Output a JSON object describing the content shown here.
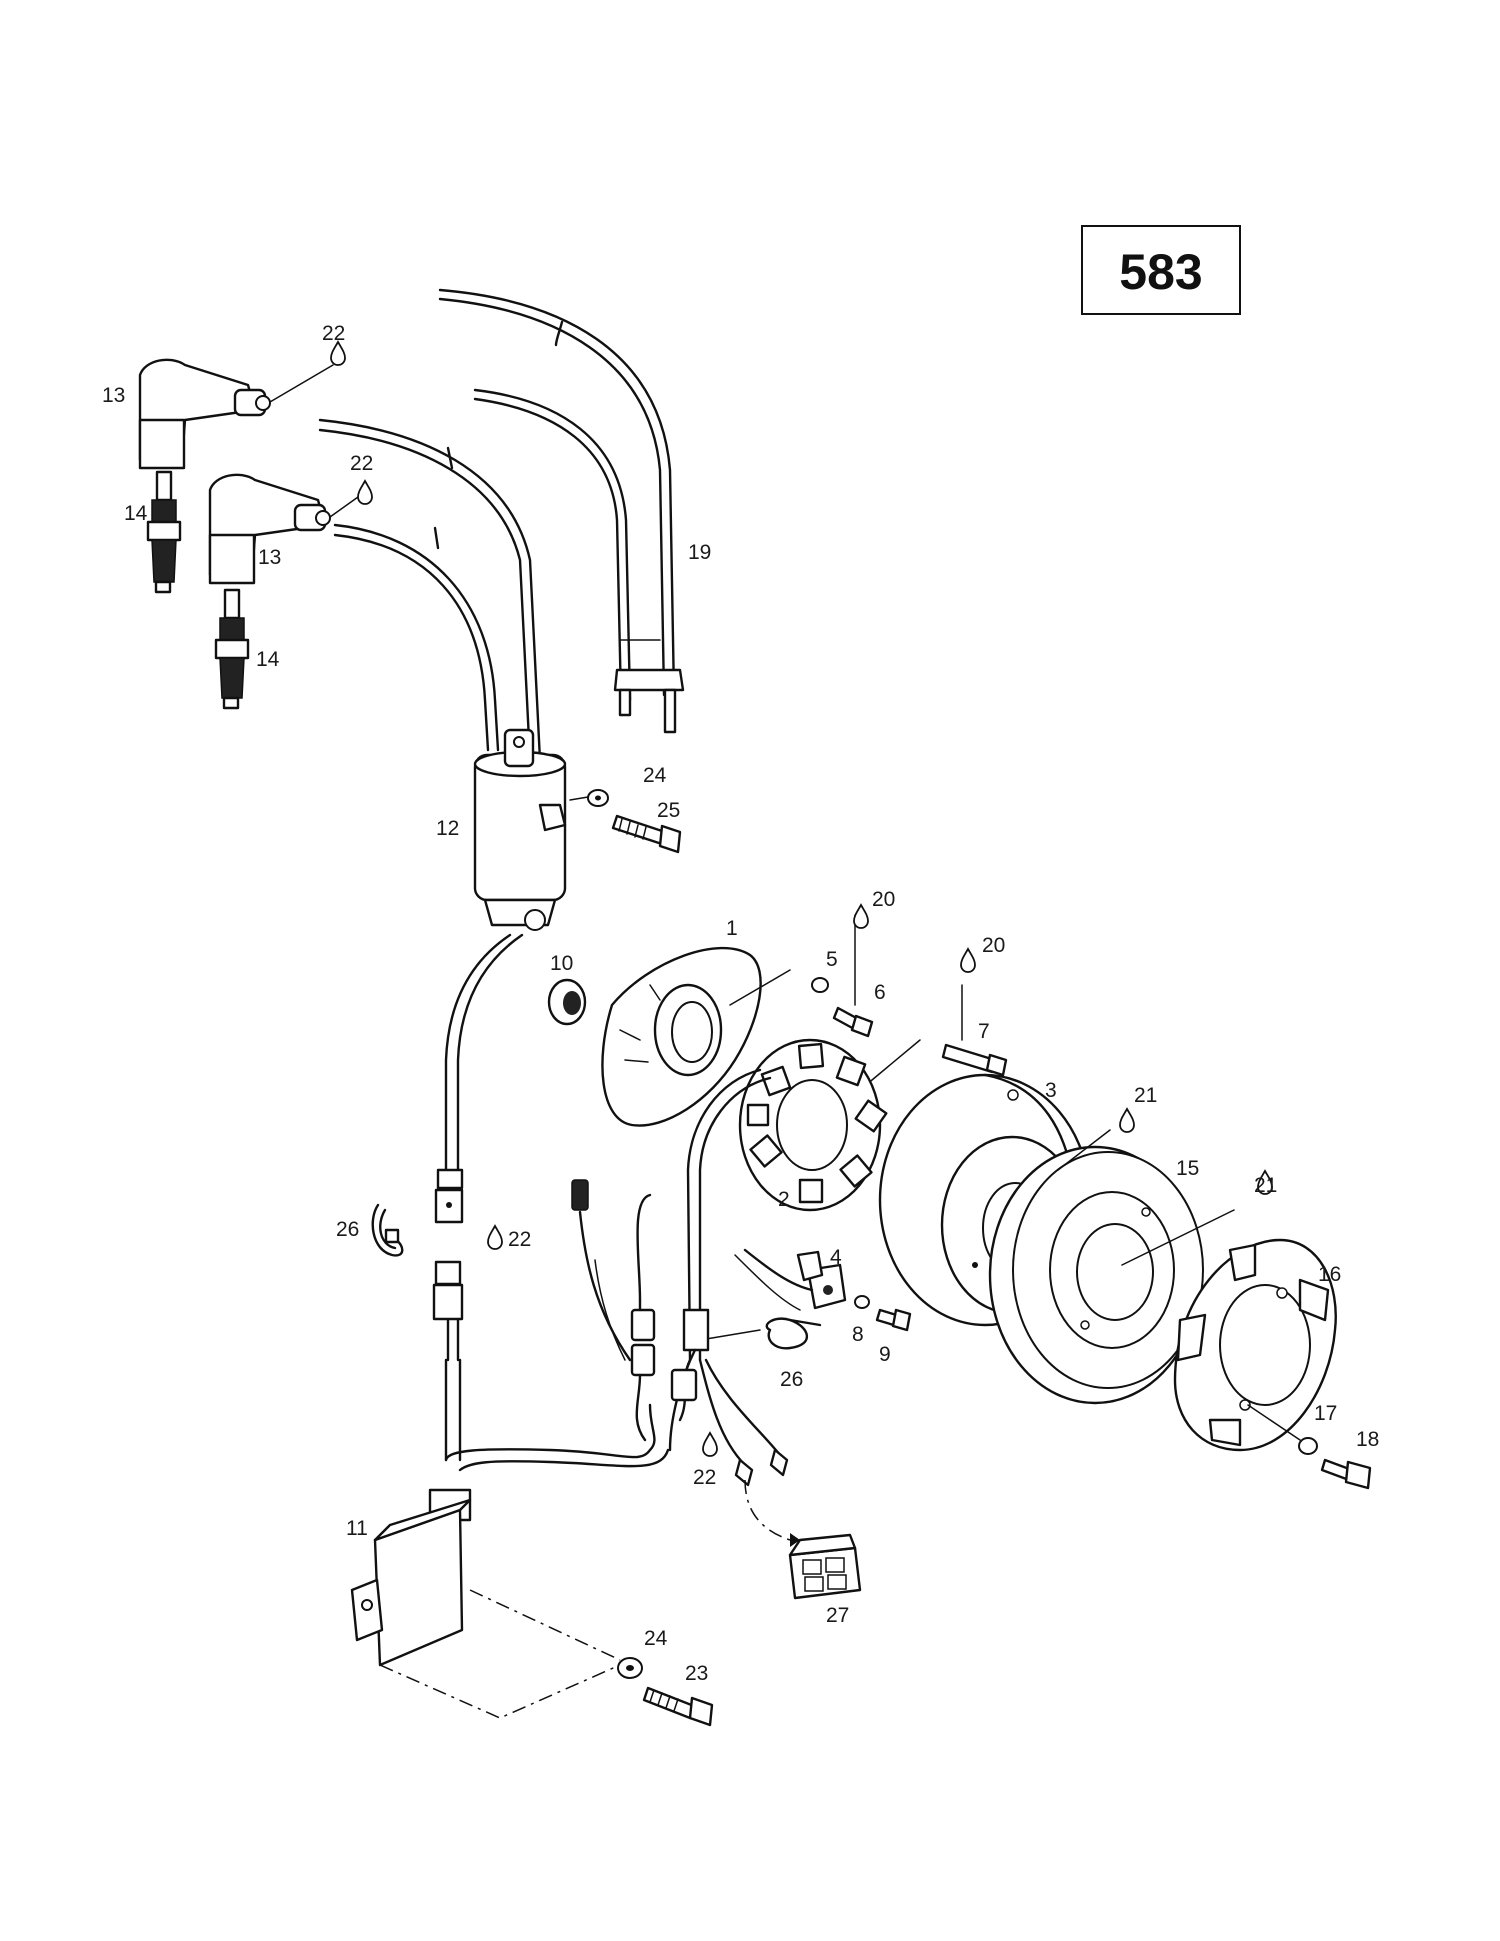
{
  "diagram_number": "583",
  "labels": {
    "p1": "1",
    "p2": "2",
    "p3": "3",
    "p4": "4",
    "p5": "5",
    "p6": "6",
    "p7": "7",
    "p8": "8",
    "p9": "9",
    "p10": "10",
    "p11": "11",
    "p12": "12",
    "p13a": "13",
    "p13b": "13",
    "p14a": "14",
    "p14b": "14",
    "p15": "15",
    "p16": "16",
    "p17": "17",
    "p18": "18",
    "p19": "19",
    "p20a": "20",
    "p20b": "20",
    "p21a": "21",
    "p21b": "21",
    "p22a": "22",
    "p22b": "22",
    "p22c": "22",
    "p22d": "22",
    "p23": "23",
    "p24a": "24",
    "p24b": "24",
    "p25": "25",
    "p26a": "26",
    "p26b": "26",
    "p27": "27"
  },
  "icons": [
    "drop-icon"
  ]
}
